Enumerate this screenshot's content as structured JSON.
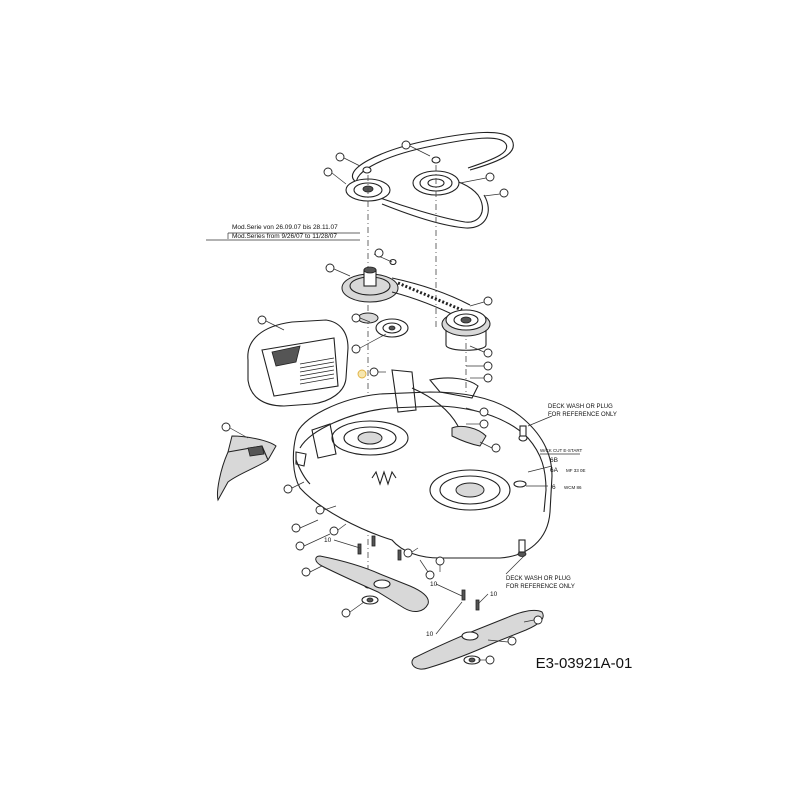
{
  "model_series": {
    "line_de": "Mod.Serie von  26.09.07 bis  28.11.07",
    "line_en": "Mod.Series from 9/26/07  to  11/28/07"
  },
  "part_labels": {
    "top_right_note": "DECK WASH OR PLUG\nFOR REFERENCE ONLY",
    "mid_note": "DECK WASH OR PLUG\nFOR REFERENCE ONLY",
    "cut_label_6b_title": "W/CK CUT E-START",
    "cut_label_6b": "6B",
    "cut_label_6a_text": "MF 33 0E",
    "cut_label_6a": "6A",
    "cut_label_6_text": "WCM 86",
    "cut_label_6": "6",
    "num_10_a": "10",
    "num_10_b": "10",
    "num_10_c": "10",
    "num_10_d": "10"
  },
  "drawing_number": "E3-03921A-01",
  "colors": {
    "highlight_callout": "#e0b040",
    "line": "#222222"
  }
}
